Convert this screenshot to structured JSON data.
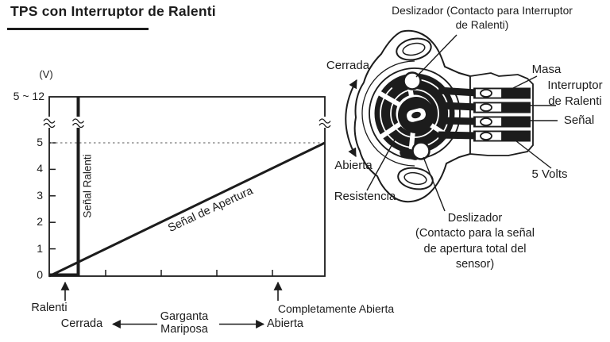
{
  "title": "TPS con Interruptor de Ralenti",
  "colors": {
    "ink": "#1c1c1c",
    "dotted_reference": "#8f8f8f",
    "background": "#ffffff"
  },
  "chart": {
    "unit_label": "(V)",
    "y_axis_top_label": "5 ~ 12",
    "y_tick_labels": [
      "5",
      "4",
      "3",
      "2",
      "1",
      "0"
    ],
    "idle_signal_label": "Señal Ralenti",
    "opening_signal_label": "Señal de Apertura",
    "marker_idle": "Ralenti",
    "marker_full_open": "Completamente Abierta",
    "caption_closed": "Cerrada",
    "caption_center_line1": "Garganta",
    "caption_center_line2": "Mariposa",
    "caption_open": "Abierta"
  },
  "chart_data": {
    "type": "line",
    "title": "",
    "xlabel": "Garganta Mariposa (Cerrada → Abierta)",
    "ylabel": "(V)",
    "y_ticks": [
      0,
      1,
      2,
      3,
      4,
      5
    ],
    "y_axis_break_above": 5,
    "y_top_value": "5 ~ 12",
    "reference_line_y": 5,
    "grid": false,
    "series": [
      {
        "name": "Señal Ralenti",
        "description": "5~12 V solo en posición de ralenti (mariposa cerrada); línea vertical que cae a 0 V al abrir la mariposa",
        "x": [
          "Ralenti",
          "Ralenti"
        ],
        "y": [
          "5~12",
          0
        ]
      },
      {
        "name": "Señal de Apertura",
        "description": "Sube linealmente desde 0 V con mariposa cerrada hasta 5 V completamente abierta",
        "x": [
          "Cerrada",
          "Completamente Abierta"
        ],
        "y": [
          0,
          5
        ]
      }
    ],
    "x_markers": [
      "Ralenti",
      "Completamente Abierta"
    ]
  },
  "sensor": {
    "label_slider_idle_line1": "Deslizador (Contacto para Interruptor",
    "label_slider_idle_line2": "de Ralenti)",
    "label_closed": "Cerrada",
    "label_open": "Abierta",
    "label_resistance": "Resistencia",
    "label_ground": "Masa",
    "label_idle_switch_line1": "Interruptor",
    "label_idle_switch_line2": "de Ralenti",
    "label_signal": "Señal",
    "label_5v": "5 Volts",
    "label_slider_open_line1": "Deslizador",
    "label_slider_open_line2": "(Contacto para la señal",
    "label_slider_open_line3": "de apertura total del",
    "label_slider_open_line4": "sensor)"
  }
}
